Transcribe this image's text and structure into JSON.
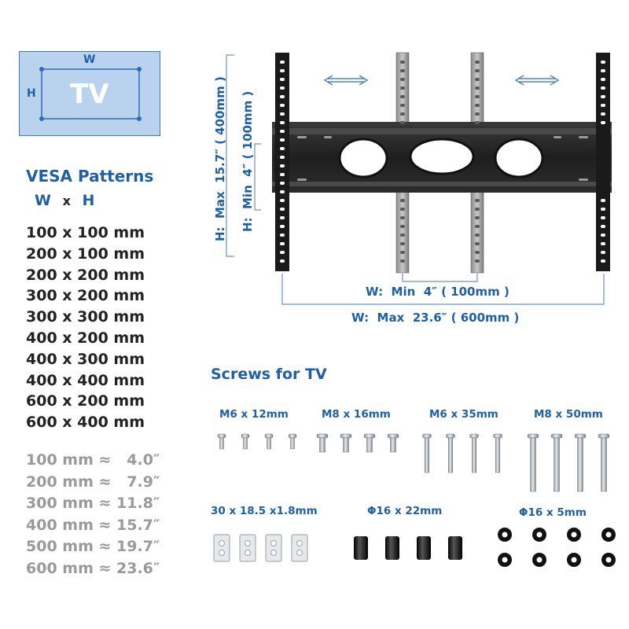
{
  "tv_diagram": {
    "w_label": "W",
    "h_label": "H",
    "tv_label": "TV"
  },
  "vesa": {
    "title": "VESA Patterns",
    "w": "W",
    "x": "x",
    "h": "H",
    "patterns": [
      "100 x 100 mm",
      "200 x 100 mm",
      "200 x 200 mm",
      "300 x 200 mm",
      "300 x 300 mm",
      "400 x 200 mm",
      "400 x 300 mm",
      "400 x 400 mm",
      "600 x 200 mm",
      "600 x 400 mm"
    ]
  },
  "conversions": [
    "100 mm ≈   4.0″",
    "200 mm ≈   7.9″",
    "300 mm ≈ 11.8″",
    "400 mm ≈ 15.7″",
    "500 mm ≈ 19.7″",
    "600 mm ≈ 23.6″"
  ],
  "dimensions": {
    "h_max": "H:  Max  15.7″ ( 400mm )",
    "h_min": "H:  Min  4″ ( 100mm )",
    "w_min": "W:  Min  4″ ( 100mm )",
    "w_max": "W:  Max  23.6″ ( 600mm )"
  },
  "hardware": {
    "title": "Screws for TV",
    "items": [
      "M6 x 12mm",
      "M8 x 16mm",
      "M6 x 35mm",
      "M8 x 50mm",
      "30 x 18.5 x1.8mm",
      "Φ16 x 22mm",
      "Φ16 x 5mm"
    ]
  },
  "colors": {
    "accent": "#1f5fa8",
    "text": "#222222",
    "muted": "#9a9a9a",
    "tv_fill": "#b9d3ef"
  }
}
